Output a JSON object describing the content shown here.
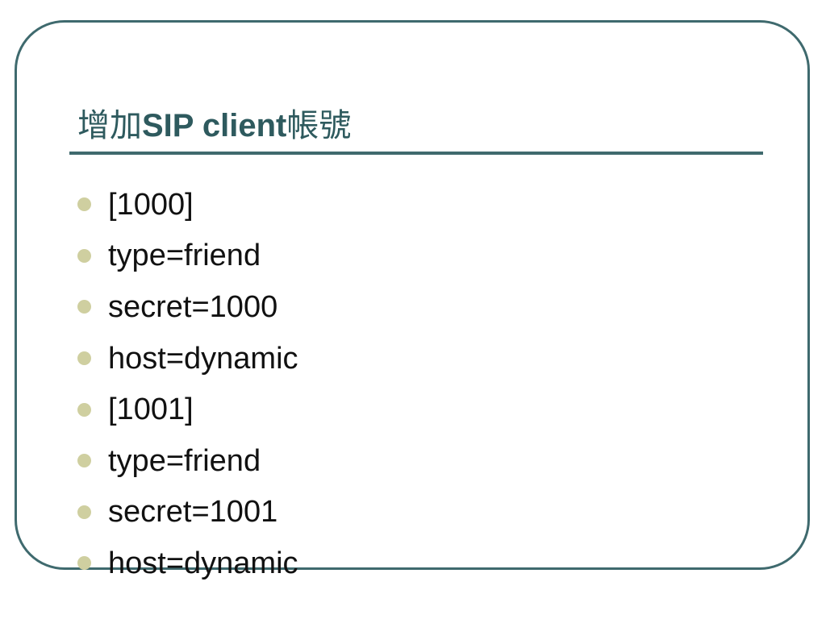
{
  "slide": {
    "title": {
      "prefix": "增加",
      "bold": "SIP client",
      "suffix": "帳號"
    },
    "bullets": [
      "[1000]",
      "type=friend",
      "secret=1000",
      "host=dynamic",
      "[1001]",
      "type=friend",
      "secret=1001",
      "host=dynamic"
    ]
  },
  "colors": {
    "accent": "#2e5a5e",
    "frame": "#3f6a6e",
    "bullet": "#cfcfa0",
    "text": "#111111"
  }
}
